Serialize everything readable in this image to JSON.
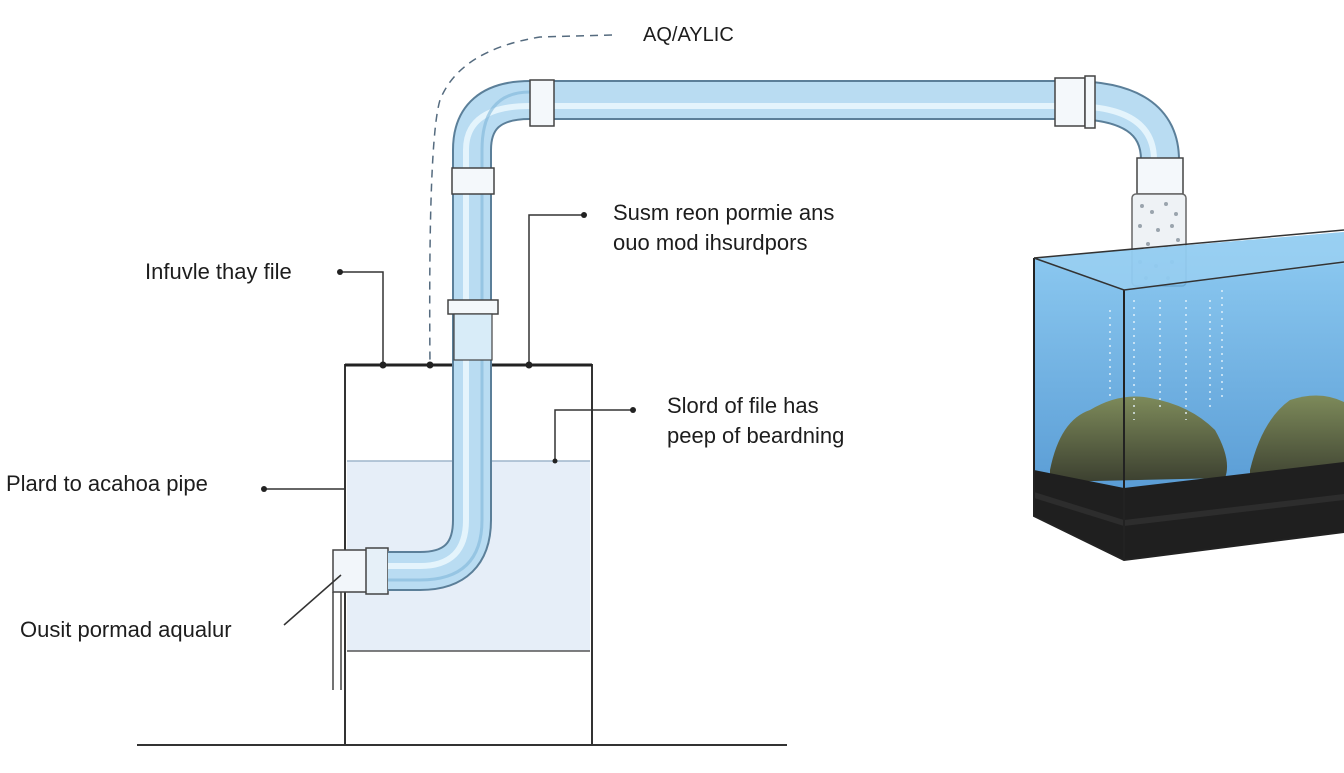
{
  "labels": {
    "acrylic": "AQ/AYLIC",
    "sump_line1": "Susm reon pormie ans",
    "sump_line2": "ouo mod ihsurdpors",
    "infuvle": "Infuvle thay file",
    "slord_line1": "Slord of file has",
    "slord_line2": "peep of beardning",
    "plard": "Plard to acahoa pipe",
    "ousit": "Ousit pormad aqualur"
  },
  "colors": {
    "water": "#bfe0f6",
    "pipe": "#9fcbe8",
    "tank_water": "#5aaee6",
    "outline": "#2a2a2a",
    "rock": "#5b6b45",
    "gravel": "#1c1c1c"
  }
}
